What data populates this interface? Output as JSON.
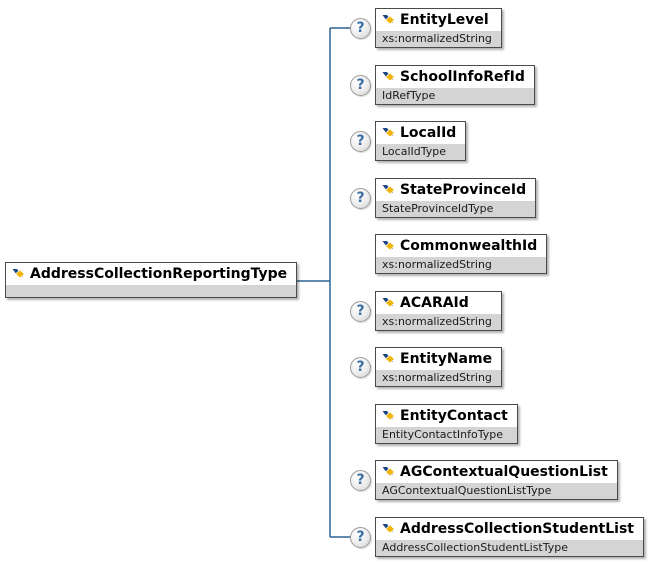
{
  "diagram": {
    "optional_marker": "?",
    "root": {
      "label": "AddressCollectionReportingType",
      "type": ""
    },
    "children": [
      {
        "label": "EntityLevel",
        "type": "xs:normalizedString",
        "optional": true
      },
      {
        "label": "SchoolInfoRefId",
        "type": "IdRefType",
        "optional": true
      },
      {
        "label": "LocalId",
        "type": "LocalIdType",
        "optional": true
      },
      {
        "label": "StateProvinceId",
        "type": "StateProvinceIdType",
        "optional": true
      },
      {
        "label": "CommonwealthId",
        "type": "xs:normalizedString",
        "optional": false
      },
      {
        "label": "ACARAId",
        "type": "xs:normalizedString",
        "optional": true
      },
      {
        "label": "EntityName",
        "type": "xs:normalizedString",
        "optional": true
      },
      {
        "label": "EntityContact",
        "type": "EntityContactInfoType",
        "optional": false
      },
      {
        "label": "AGContextualQuestionList",
        "type": "AGContextualQuestionListType",
        "optional": true
      },
      {
        "label": "AddressCollectionStudentList",
        "type": "AddressCollectionStudentListType",
        "optional": true
      }
    ],
    "colors": {
      "connector_line": "#2d6293",
      "type_row_background": "#d4d4d4",
      "question_mark": "#3b6ea5",
      "box_border": "#4a4a4a",
      "icon_navy": "#1b4685",
      "icon_gold": "#f2b50c"
    }
  }
}
